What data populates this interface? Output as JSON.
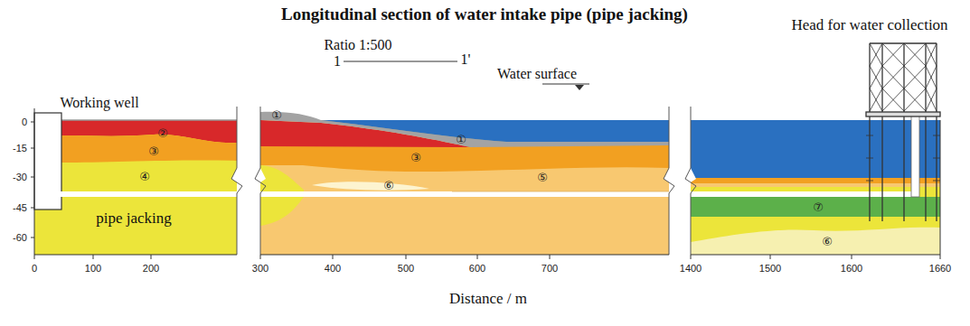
{
  "diagram": {
    "title": "Longitudinal section of water intake pipe (pipe jacking)",
    "labels": [
      "Ratio 1:500",
      "1",
      "1'",
      "Head for water collection",
      "Working well",
      "Water surface",
      "①",
      "②",
      "③",
      "④",
      "①",
      "③",
      "⑥",
      "⑤",
      "pipe jacking",
      "⑦",
      "⑥",
      "0",
      "-15",
      "-30",
      "-45",
      "-60",
      "0",
      "100",
      "200",
      "300",
      "400",
      "500",
      "600",
      "700",
      "1400",
      "1500",
      "1600",
      "1660",
      "Distance / m"
    ]
  }
}
